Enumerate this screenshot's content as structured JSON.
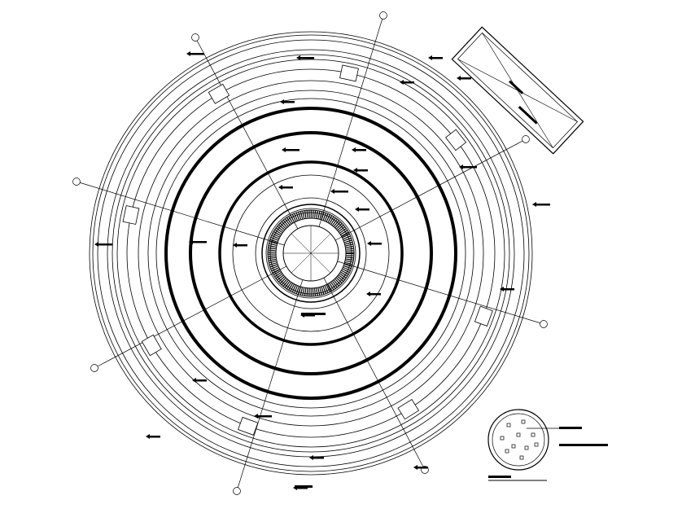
{
  "drawing": {
    "description_visible_text": "",
    "stroke_color": "#000000",
    "background": "#ffffff"
  },
  "plan": {
    "thick_rings": 3,
    "thin_ring_count": 14,
    "axis_count": 8,
    "axis_label_bubbles": 8
  },
  "inset_plan": {
    "marker_count": 10
  },
  "title_block": {
    "present": true
  }
}
